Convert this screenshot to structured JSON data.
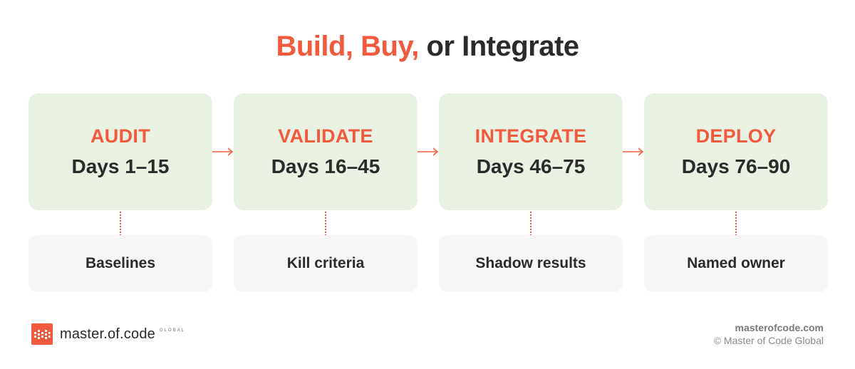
{
  "title": {
    "part1": "Build,",
    "part2": "Buy,",
    "part3": "or Integrate"
  },
  "stages": [
    {
      "name": "AUDIT",
      "days": "Days 1–15",
      "outcome": "Baselines"
    },
    {
      "name": "VALIDATE",
      "days": "Days 16–45",
      "outcome": "Kill criteria"
    },
    {
      "name": "INTEGRATE",
      "days": "Days 46–75",
      "outcome": "Shadow results"
    },
    {
      "name": "DEPLOY",
      "days": "Days 76–90",
      "outcome": "Named owner"
    }
  ],
  "footer": {
    "logo_text": "master.of.code",
    "logo_sub": "GLOBAL",
    "site": "masterofcode.com",
    "copyright": "© Master of Code Global"
  },
  "colors": {
    "accent": "#f15a3c",
    "stage_bg": "#e9f1e2",
    "outcome_bg": "#f6f6f6",
    "text": "#2b2b2b"
  }
}
